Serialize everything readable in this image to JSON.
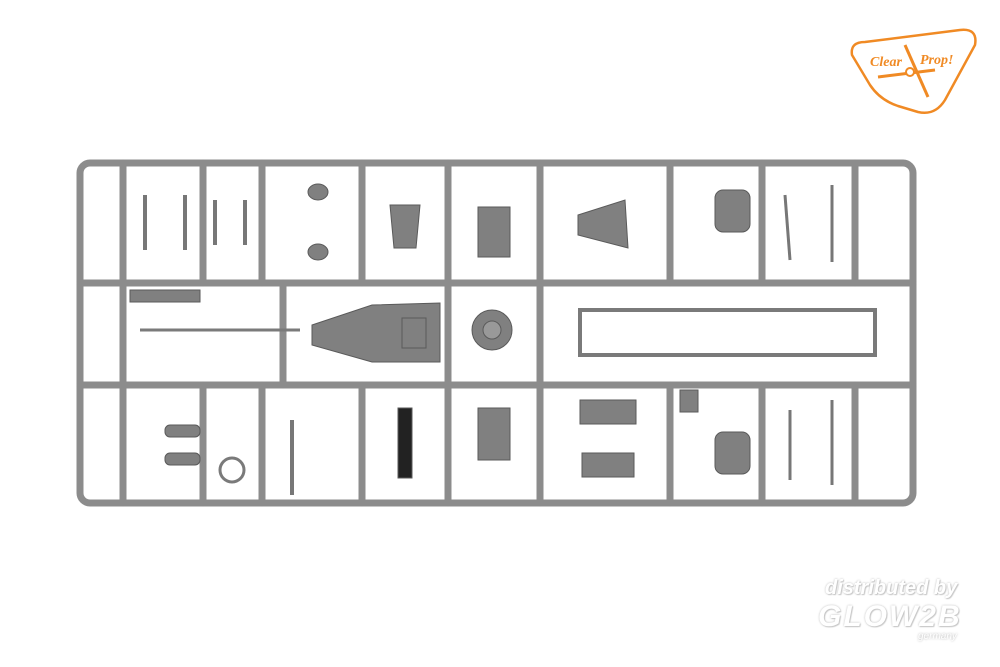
{
  "logo": {
    "text_left": "Clear",
    "text_right": "Prop!",
    "color": "#f08a24"
  },
  "watermark": {
    "line1": "distributed by",
    "line2": "GLOW2B",
    "line3": "germany"
  },
  "colors": {
    "sprue": "#8c8c8c",
    "part": "#7f7f7f",
    "background": "#ffffff"
  }
}
